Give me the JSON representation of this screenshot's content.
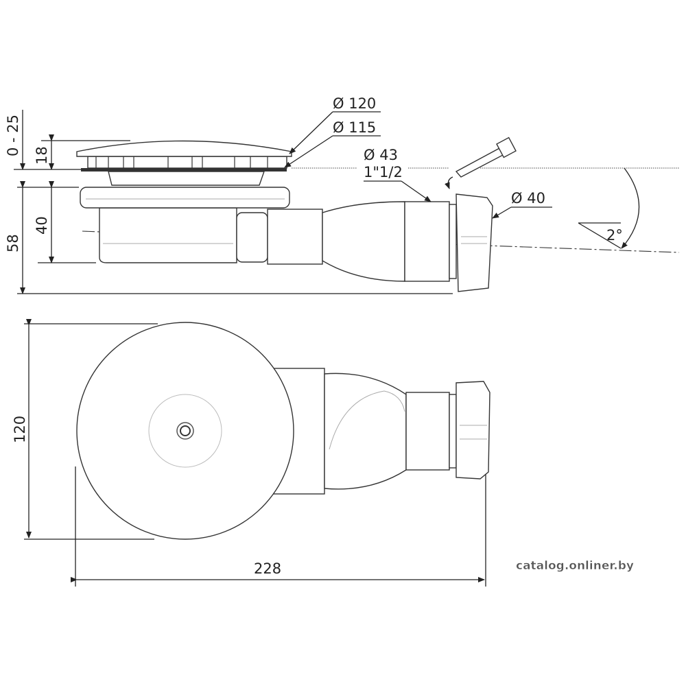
{
  "drawing": {
    "side_view": {
      "dim_adjust": "0 - 25",
      "dim_cap_height": "18",
      "dim_body_height": "40",
      "dim_total_height": "58",
      "dia_cap": "Ø 120",
      "dia_seat": "Ø 115",
      "dia_outlet": "Ø 43",
      "thread_outlet": "1\"1/2",
      "dia_nut": "Ø 40",
      "slope": "2°"
    },
    "top_view": {
      "dim_diameter": "120",
      "dim_length": "228"
    },
    "watermark": "catalog.onliner.by"
  }
}
